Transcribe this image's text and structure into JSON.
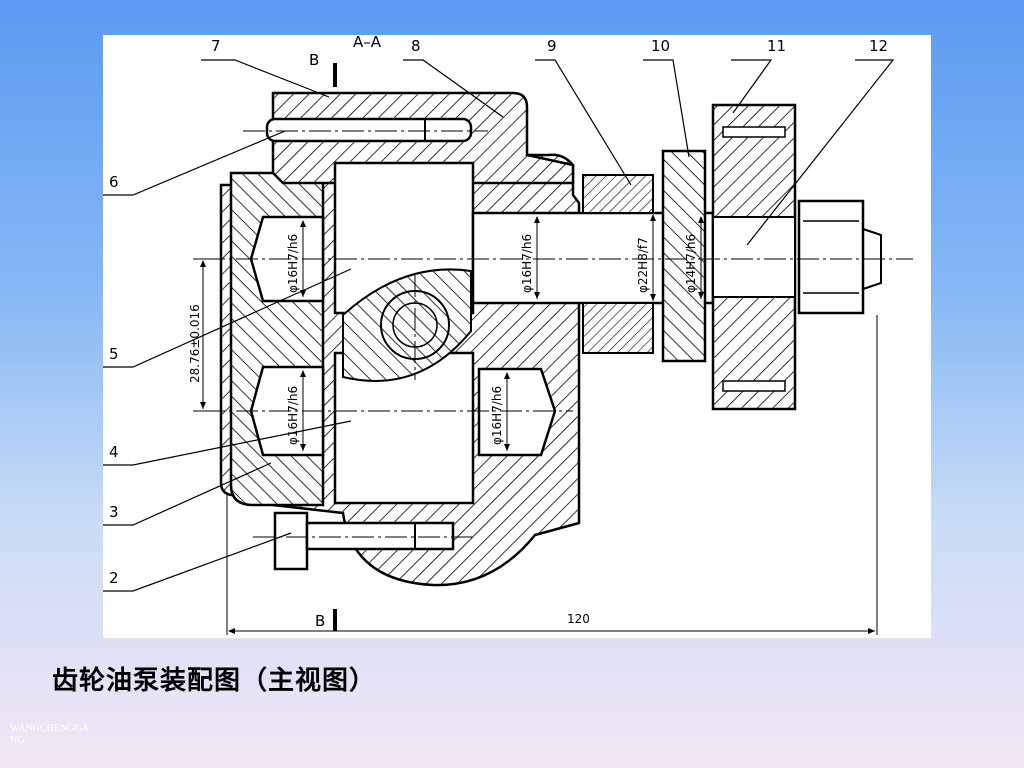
{
  "drawing": {
    "section_title": "A–A",
    "section_mark_top": "B",
    "section_mark_bottom": "B",
    "part_labels": [
      "7",
      "8",
      "9",
      "10",
      "11",
      "12",
      "6",
      "5",
      "4",
      "3",
      "2"
    ],
    "fits": {
      "left_upper_bearing": "φ16H7/h6",
      "shaft_center": "φ16H7/h6",
      "bushing": "φ22H8/f7",
      "shaft_end": "φ14H7/h6",
      "left_lower_bearing": "φ16H7/h6",
      "right_lower_bearing": "φ16H7/h6"
    },
    "center_distance": "28.76±0.016",
    "overall_width": "120"
  },
  "caption": "齿轮油泵装配图（主视图）",
  "watermark": "WANGCHENGGANG"
}
